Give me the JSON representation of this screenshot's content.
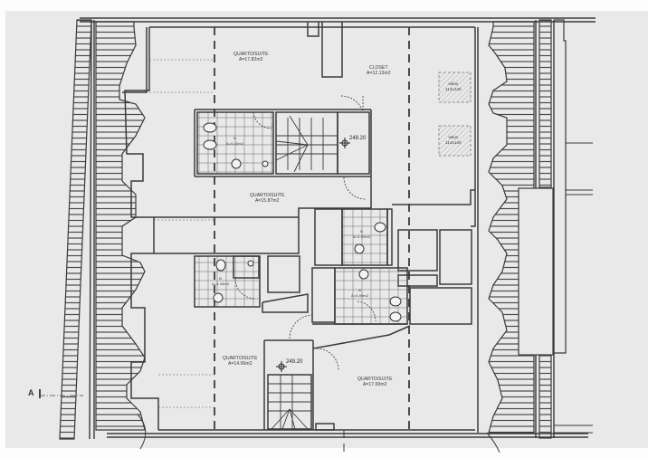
{
  "rooms": [
    {
      "id": "suite1",
      "name": "QUARTO/SUITE",
      "area": "A=17.82m2"
    },
    {
      "id": "closet",
      "name": "CLOSET",
      "area": "A=12.13m2"
    },
    {
      "id": "suite2",
      "name": "QUARTO/SUITE",
      "area": "A=15.87m2"
    },
    {
      "id": "suite3",
      "name": "QUARTO/SUITE",
      "area": "A=14.06m2"
    },
    {
      "id": "suite4",
      "name": "QUARTO/SUITE",
      "area": "A=17.00m2"
    }
  ],
  "bathrooms": [
    {
      "id": "wc1",
      "name": "B",
      "area": "A=5.40m2"
    },
    {
      "id": "wc2",
      "name": "B",
      "area": "A=4.00m2"
    },
    {
      "id": "wc3",
      "name": "B",
      "area": "A=4.49m2"
    },
    {
      "id": "wc4",
      "name": "B",
      "area": "A=6.59m2"
    }
  ],
  "skylights": [
    {
      "name": "velux",
      "size": "114x140"
    },
    {
      "name": "velux",
      "size": "114x140"
    }
  ],
  "elevations": [
    "249.20",
    "249.20"
  ],
  "section_marker": "A",
  "colors": {
    "paper": "#e6e6e6",
    "line": "#3a3a3a",
    "hatch": "#555555",
    "background": "#fdfdfd"
  }
}
